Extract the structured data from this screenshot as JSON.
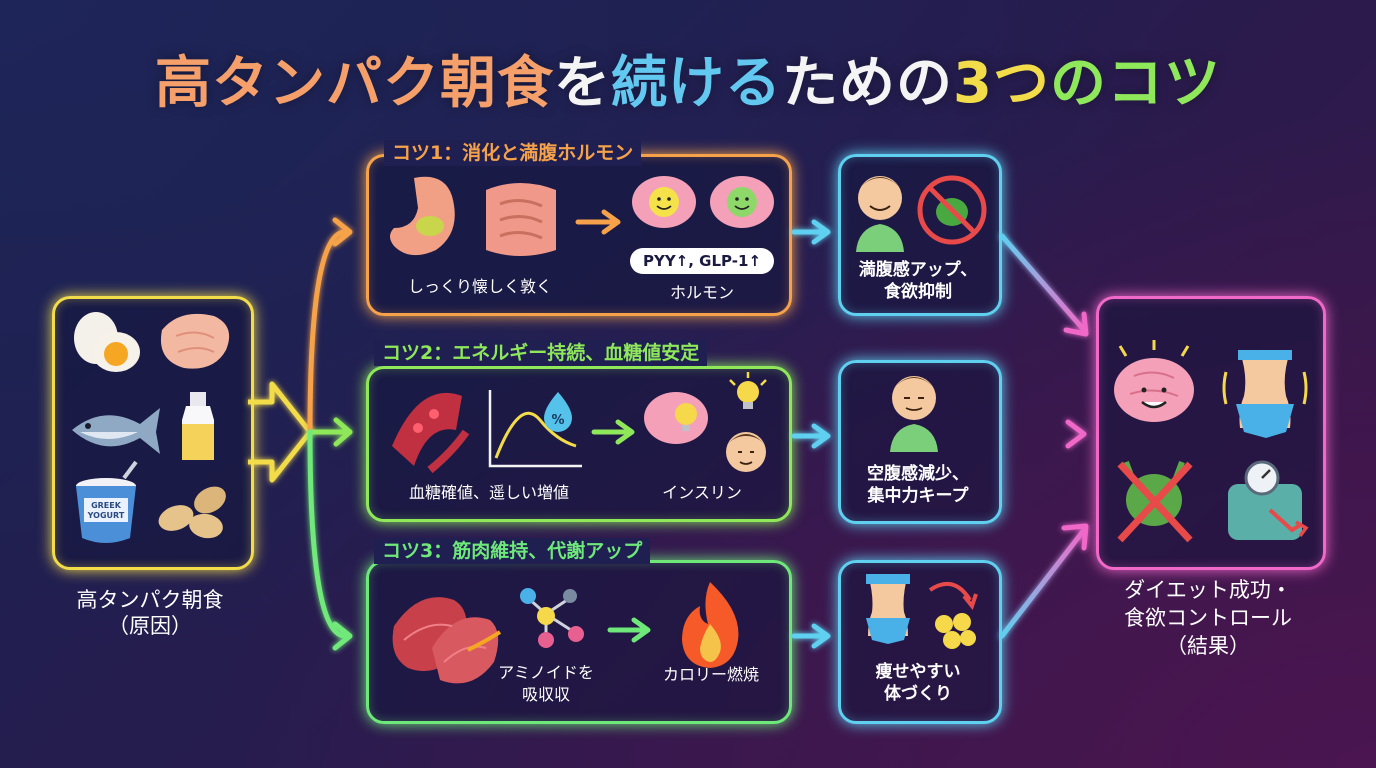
{
  "title": {
    "segments": [
      {
        "text": "高タンパク朝食",
        "color": "#f5a06a"
      },
      {
        "text": "を",
        "color": "#f4f4f4"
      },
      {
        "text": "続ける",
        "color": "#62c8f0"
      },
      {
        "text": "ための",
        "color": "#f4f4f4"
      },
      {
        "text": "3つ",
        "color": "#f2dc4a"
      },
      {
        "text": "のコツ",
        "color": "#8ee85a"
      }
    ]
  },
  "cause": {
    "label_line1": "高タンパク朝食",
    "label_line2": "（原因）",
    "yogurt_text1": "GREEK",
    "yogurt_text2": "YOGURT",
    "color": "#f2dc4a"
  },
  "tip1": {
    "title": "コツ1：消化と満腹ホルモン",
    "caption_left": "しっくり懐しく敦く",
    "hormone_badge": "PYY↑, GLP-1↑",
    "caption_right": "ホルモン",
    "color": "#f5a24a"
  },
  "tip2": {
    "title": "コツ2：エネルギー持続、血糖値安定",
    "caption_left": "血糖確値、遥しい増値",
    "caption_right": "インスリン",
    "color": "#8ee85a"
  },
  "tip3": {
    "title": "コツ3：筋肉維持、代謝アップ",
    "caption_mid_line1": "アミノイドを",
    "caption_mid_line2": "吸収収",
    "caption_right": "カロリー燃焼",
    "color": "#6fe87a"
  },
  "effect1": {
    "line1": "満腹感アップ、",
    "line2": "食欲抑制"
  },
  "effect2": {
    "line1": "空腹感減少、",
    "line2": "集中力キープ"
  },
  "effect3": {
    "line1": "痩せやすい",
    "line2": "体づくり"
  },
  "result": {
    "line1": "ダイエット成功・",
    "line2": "食欲コントロール",
    "line3": "（結果）",
    "color": "#f068c8"
  },
  "colors": {
    "effect": "#5fd0f0",
    "result_arrow": "#f068c8"
  }
}
